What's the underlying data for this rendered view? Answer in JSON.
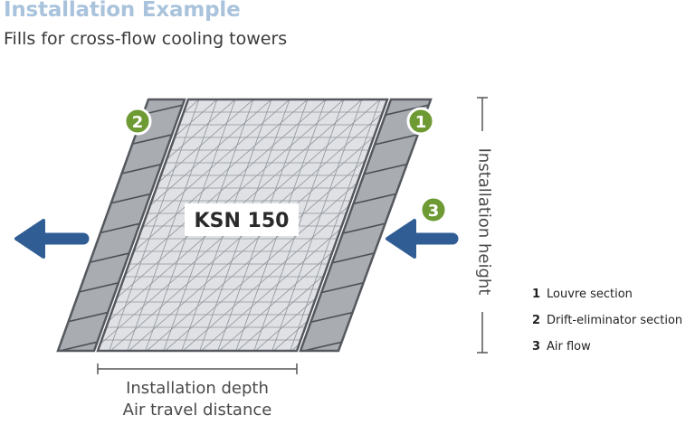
{
  "header": {
    "title": "Installation Example",
    "subtitle": "Fills for cross-flow cooling towers"
  },
  "diagram": {
    "fill_label": "KSN 150",
    "markers": [
      {
        "number": "1",
        "meaning": "Louvre section"
      },
      {
        "number": "2",
        "meaning": "Drift-eliminator section"
      },
      {
        "number": "3",
        "meaning": "Air flow"
      }
    ],
    "dimensions": {
      "height_label": "Installation height",
      "depth_label_line1": "Installation depth",
      "depth_label_line2": "Air travel distance"
    },
    "colors": {
      "title": "#a9c3dc",
      "marker_green": "#6e9a34",
      "arrow_blue": "#2f5d94",
      "panel_gray": "#a9acb1",
      "fill_gray": "#dfe1e4"
    }
  },
  "legend": [
    {
      "number": "1",
      "label": "Louvre section"
    },
    {
      "number": "2",
      "label": "Drift-eliminator section"
    },
    {
      "number": "3",
      "label": "Air flow"
    }
  ]
}
